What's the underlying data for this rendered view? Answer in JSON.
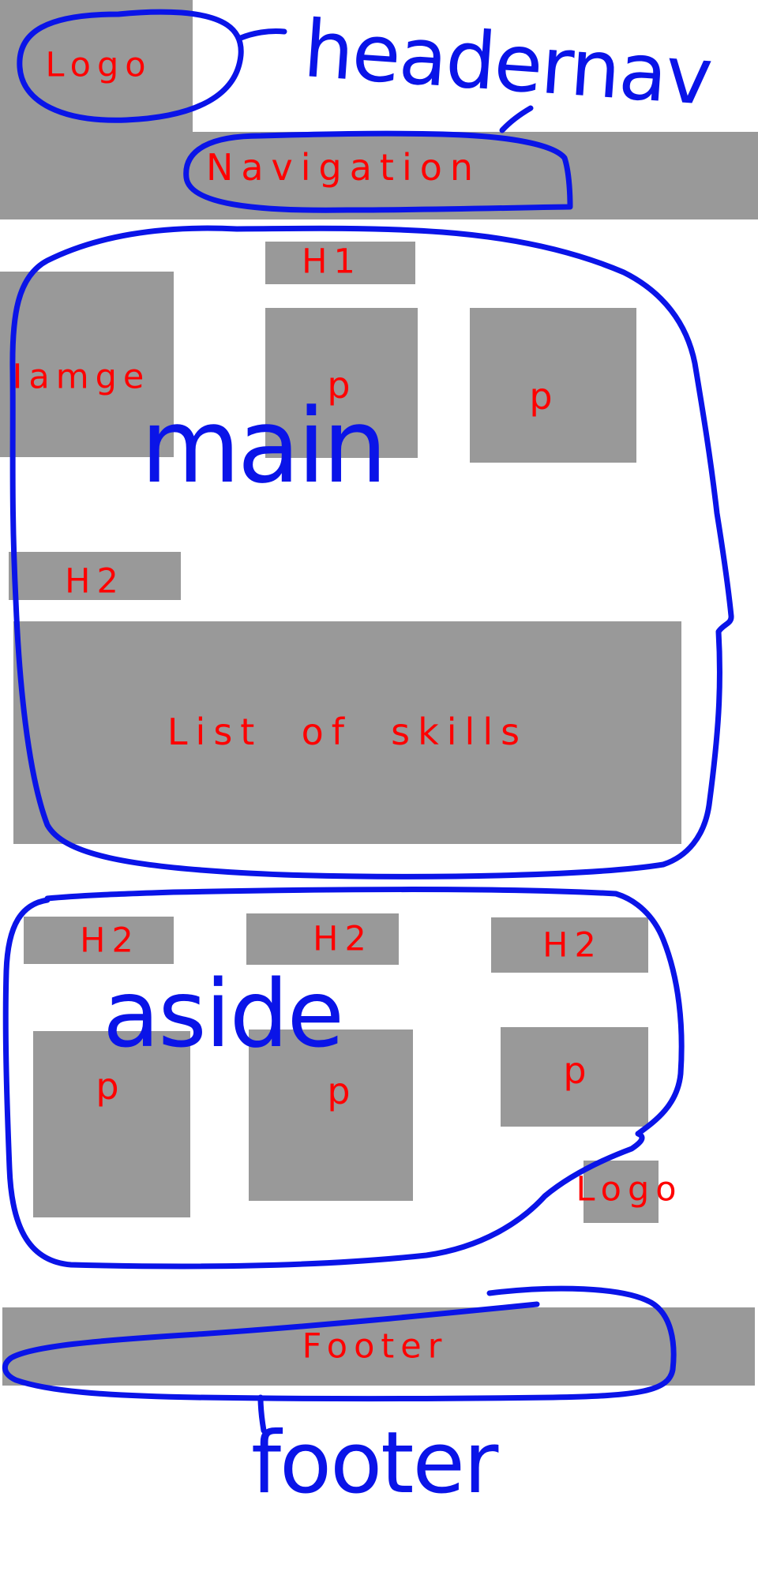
{
  "blocks": {
    "logo_top": "Logo",
    "navigation": "Navigation",
    "h1": "H1",
    "image": "Iamge",
    "p_main_1": "p",
    "p_main_2": "p",
    "h2_main": "H2",
    "skills": "List  of  skills",
    "h2_aside_1": "H2",
    "h2_aside_2": "H2",
    "h2_aside_3": "H2",
    "p_aside_1": "p",
    "p_aside_2": "p",
    "p_aside_3": "p",
    "logo_aside": "Logo",
    "footer": "Footer"
  },
  "annotations": {
    "header_nav": "headernav",
    "main": "main",
    "aside": "aside",
    "footer": "footer"
  },
  "colors": {
    "block_fill": "#999999",
    "block_text": "#ff0000",
    "annotation_ink": "#0a14e8"
  }
}
